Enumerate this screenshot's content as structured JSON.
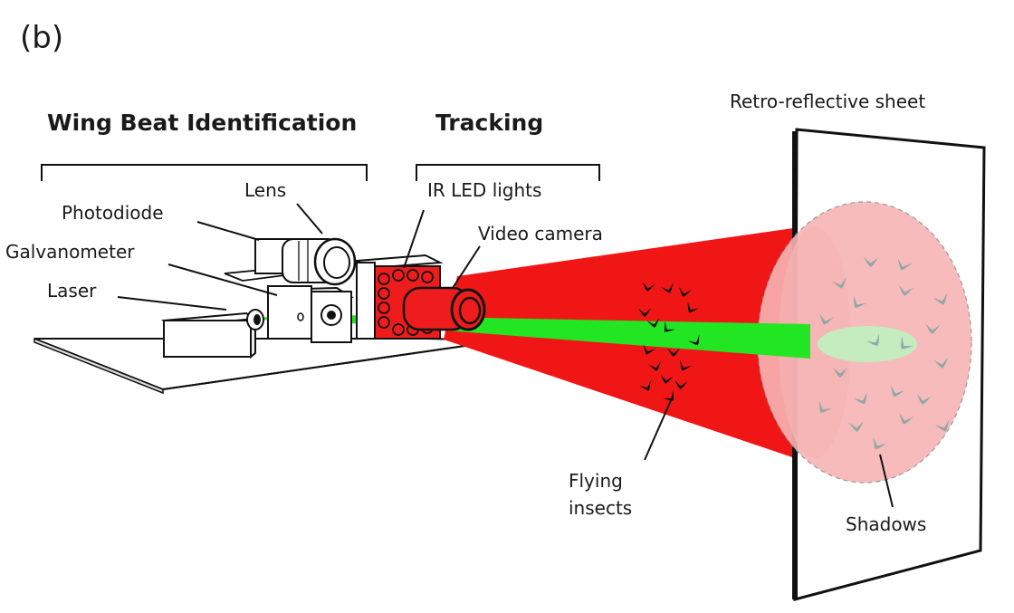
{
  "panel_label": "(b)",
  "sections": {
    "wing_beat": "Wing Beat Identification",
    "tracking": "Tracking"
  },
  "components": {
    "lens": "Lens",
    "photodiode": "Photodiode",
    "galvanometer": "Galvanometer",
    "laser": "Laser",
    "ir_led": "IR LED lights",
    "video_camera": "Video camera",
    "retro_sheet": "Retro-reflective sheet",
    "flying_insects": "Flying\ninsects",
    "shadows": "Shadows"
  },
  "colors": {
    "ir_beam": "#f01616",
    "laser_beam": "#22e622",
    "shadow_zone": "#f6b4b4",
    "insect_shadow": "#8fa6a6",
    "outline": "#111111"
  }
}
